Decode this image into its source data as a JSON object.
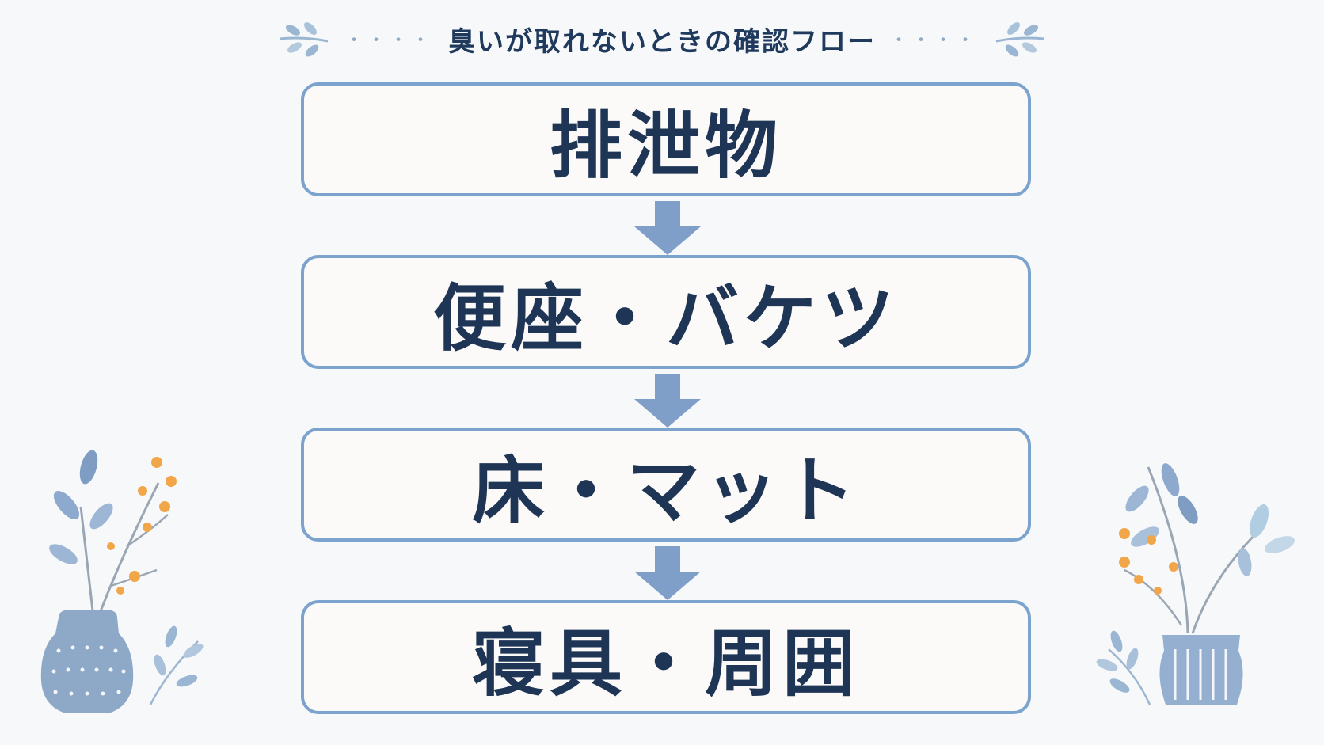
{
  "title": "臭いが取れないときの確認フロー",
  "title_dots_left": "・・・・",
  "title_dots_right": "・・・・",
  "steps": [
    {
      "label": "排泄物"
    },
    {
      "label": "便座・バケツ"
    },
    {
      "label": "床・マット"
    },
    {
      "label": "寝具・周囲"
    }
  ],
  "colors": {
    "box_border": "#7ba3cd",
    "box_fill": "#fbfaf8",
    "text": "#1e3556",
    "arrow": "#7f9fc8",
    "accent_berry": "#f2a64a"
  },
  "icons": [
    "leaf-sprig-icon",
    "down-arrow-icon",
    "vase-plant-icon"
  ]
}
